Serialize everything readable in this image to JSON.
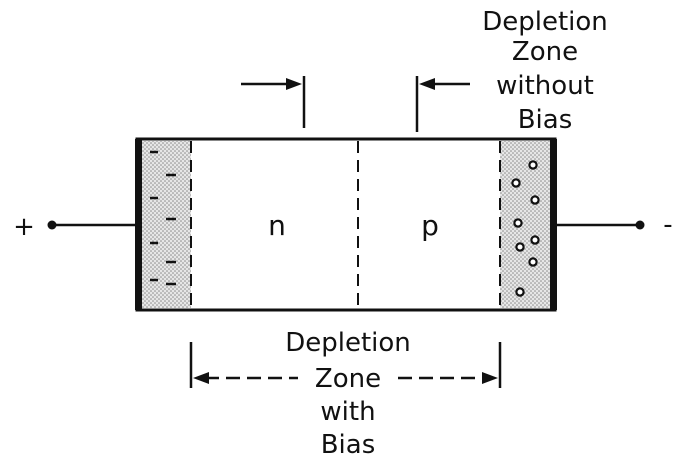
{
  "terminals": {
    "left": "+",
    "right": "-"
  },
  "regions": {
    "n_label": "n",
    "p_label": "p"
  },
  "top_label": {
    "line1": "Depletion",
    "line2": "Zone",
    "line3": "without",
    "line4": "Bias"
  },
  "bottom_label": {
    "line1": "Depletion",
    "line2": "Zone",
    "line3": "with",
    "line4": "Bias"
  },
  "charges": {
    "left": "-",
    "right": "o"
  },
  "colors": {
    "ink": "#111111",
    "stipple": "#cfcfcf",
    "background": "#ffffff"
  }
}
